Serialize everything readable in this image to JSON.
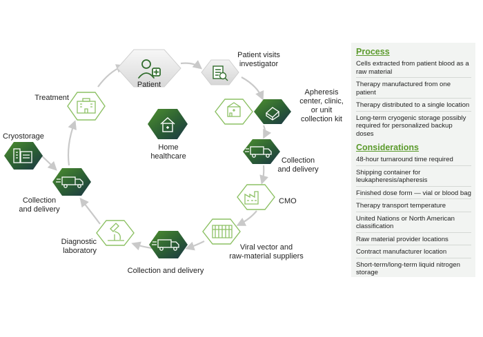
{
  "nodes": {
    "patient": {
      "label": "Patient",
      "icon": "patient-icon"
    },
    "patient_visits": {
      "label_lines": [
        "Patient visits",
        "investigator"
      ],
      "icon": "document-search-icon"
    },
    "apheresis": {
      "label_lines": [
        "Apheresis",
        "center, clinic,",
        "or unit",
        "collection kit"
      ],
      "icon": "clinic-icon",
      "kit_icon": "collection-kit-icon"
    },
    "home_healthcare": {
      "label_lines": [
        "Home",
        "healthcare"
      ],
      "icon": "home-icon"
    },
    "collection_delivery_1": {
      "label_lines": [
        "Collection",
        "and delivery"
      ],
      "icon": "truck-icon"
    },
    "cmo": {
      "label": "CMO",
      "icon": "factory-icon"
    },
    "viral_vector": {
      "label_lines": [
        "Viral vector and",
        "raw-material suppliers"
      ],
      "icon": "supplier-icon"
    },
    "collection_delivery_2": {
      "label": "Collection and delivery",
      "icon": "truck-icon"
    },
    "diagnostic_lab": {
      "label_lines": [
        "Diagnostic",
        "laboratory"
      ],
      "icon": "microscope-icon"
    },
    "collection_delivery_3": {
      "label_lines": [
        "Collection",
        "and delivery"
      ],
      "icon": "truck-icon"
    },
    "cryostorage": {
      "label": "Cryostorage",
      "icon": "cryostorage-icon"
    },
    "treatment": {
      "label": "Treatment",
      "icon": "hospital-icon"
    }
  },
  "panel": {
    "process": {
      "heading": "Process",
      "items": [
        "Cells extracted from patient blood as a raw material",
        "Therapy manufactured from one patient",
        "Therapy distributed to a single location",
        "Long-term cryogenic storage possibly required for personalized backup doses"
      ]
    },
    "considerations": {
      "heading": "Considerations",
      "items": [
        "48-hour turnaround time required",
        "Shipping container for leukapheresis/apheresis",
        "Finished dose form — vial or blood bag",
        "Therapy transport temperature",
        "United Nations or North American classification",
        "Raw material provider locations",
        "Contract manufacturer location",
        "Short-term/long-term liquid nitrogen storage"
      ]
    }
  },
  "colors": {
    "accent_green": "#5b9a2c",
    "dark_green": "#2f6b2b",
    "deep_navy": "#1f3a4a",
    "outline_green": "#8cc063",
    "arrow_gray": "#c9c9c9",
    "panel_bg": "#f2f4f2"
  }
}
